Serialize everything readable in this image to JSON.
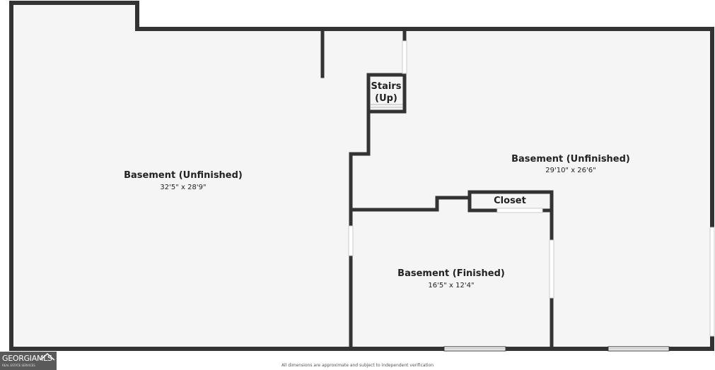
{
  "rooms": [
    {
      "name": "Basement (Unfinished)",
      "dims": "32'5\" x 28'9\""
    },
    {
      "name": "Basement (Unfinished)",
      "dims": "29'10\" x 26'6\""
    },
    {
      "name": "Basement (Finished)",
      "dims": "16'5\" x 12'4\""
    }
  ],
  "stairs": {
    "line1": "Stairs",
    "line2": "(Up)"
  },
  "closet": {
    "label": "Closet"
  },
  "footer": {
    "note": "All dimensions are approximate and subject to independent verification"
  },
  "logo": {
    "main": "GEORGIAMLS",
    "sub": "REAL ESTATE SERVICES"
  },
  "colors": {
    "wall": "#333333",
    "floor": "#f5f5f5",
    "opening": "#ffffff"
  }
}
